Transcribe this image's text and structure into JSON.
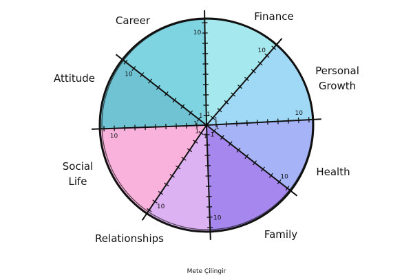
{
  "wheel": {
    "scale_min": "1",
    "scale_max": "10",
    "segments": [
      {
        "id": "career",
        "label_lines": [
          "Career"
        ],
        "color": "#7fd4e2"
      },
      {
        "id": "finance",
        "label_lines": [
          "Finance"
        ],
        "color": "#a5e9ef"
      },
      {
        "id": "personal-growth",
        "label_lines": [
          "Personal",
          "Growth"
        ],
        "color": "#9fd9f6"
      },
      {
        "id": "health",
        "label_lines": [
          "Health"
        ],
        "color": "#a6b4f7"
      },
      {
        "id": "family",
        "label_lines": [
          "Family"
        ],
        "color": "#a687ee"
      },
      {
        "id": "relationships",
        "label_lines": [
          "Relationships"
        ],
        "color": "#dcb2f2"
      },
      {
        "id": "social-life",
        "label_lines": [
          "Social",
          "Life"
        ],
        "color": "#f9b2dc"
      },
      {
        "id": "attitude",
        "label_lines": [
          "Attitude"
        ],
        "color": "#6fc3d3"
      }
    ]
  },
  "credit": "Mete Çilingir"
}
